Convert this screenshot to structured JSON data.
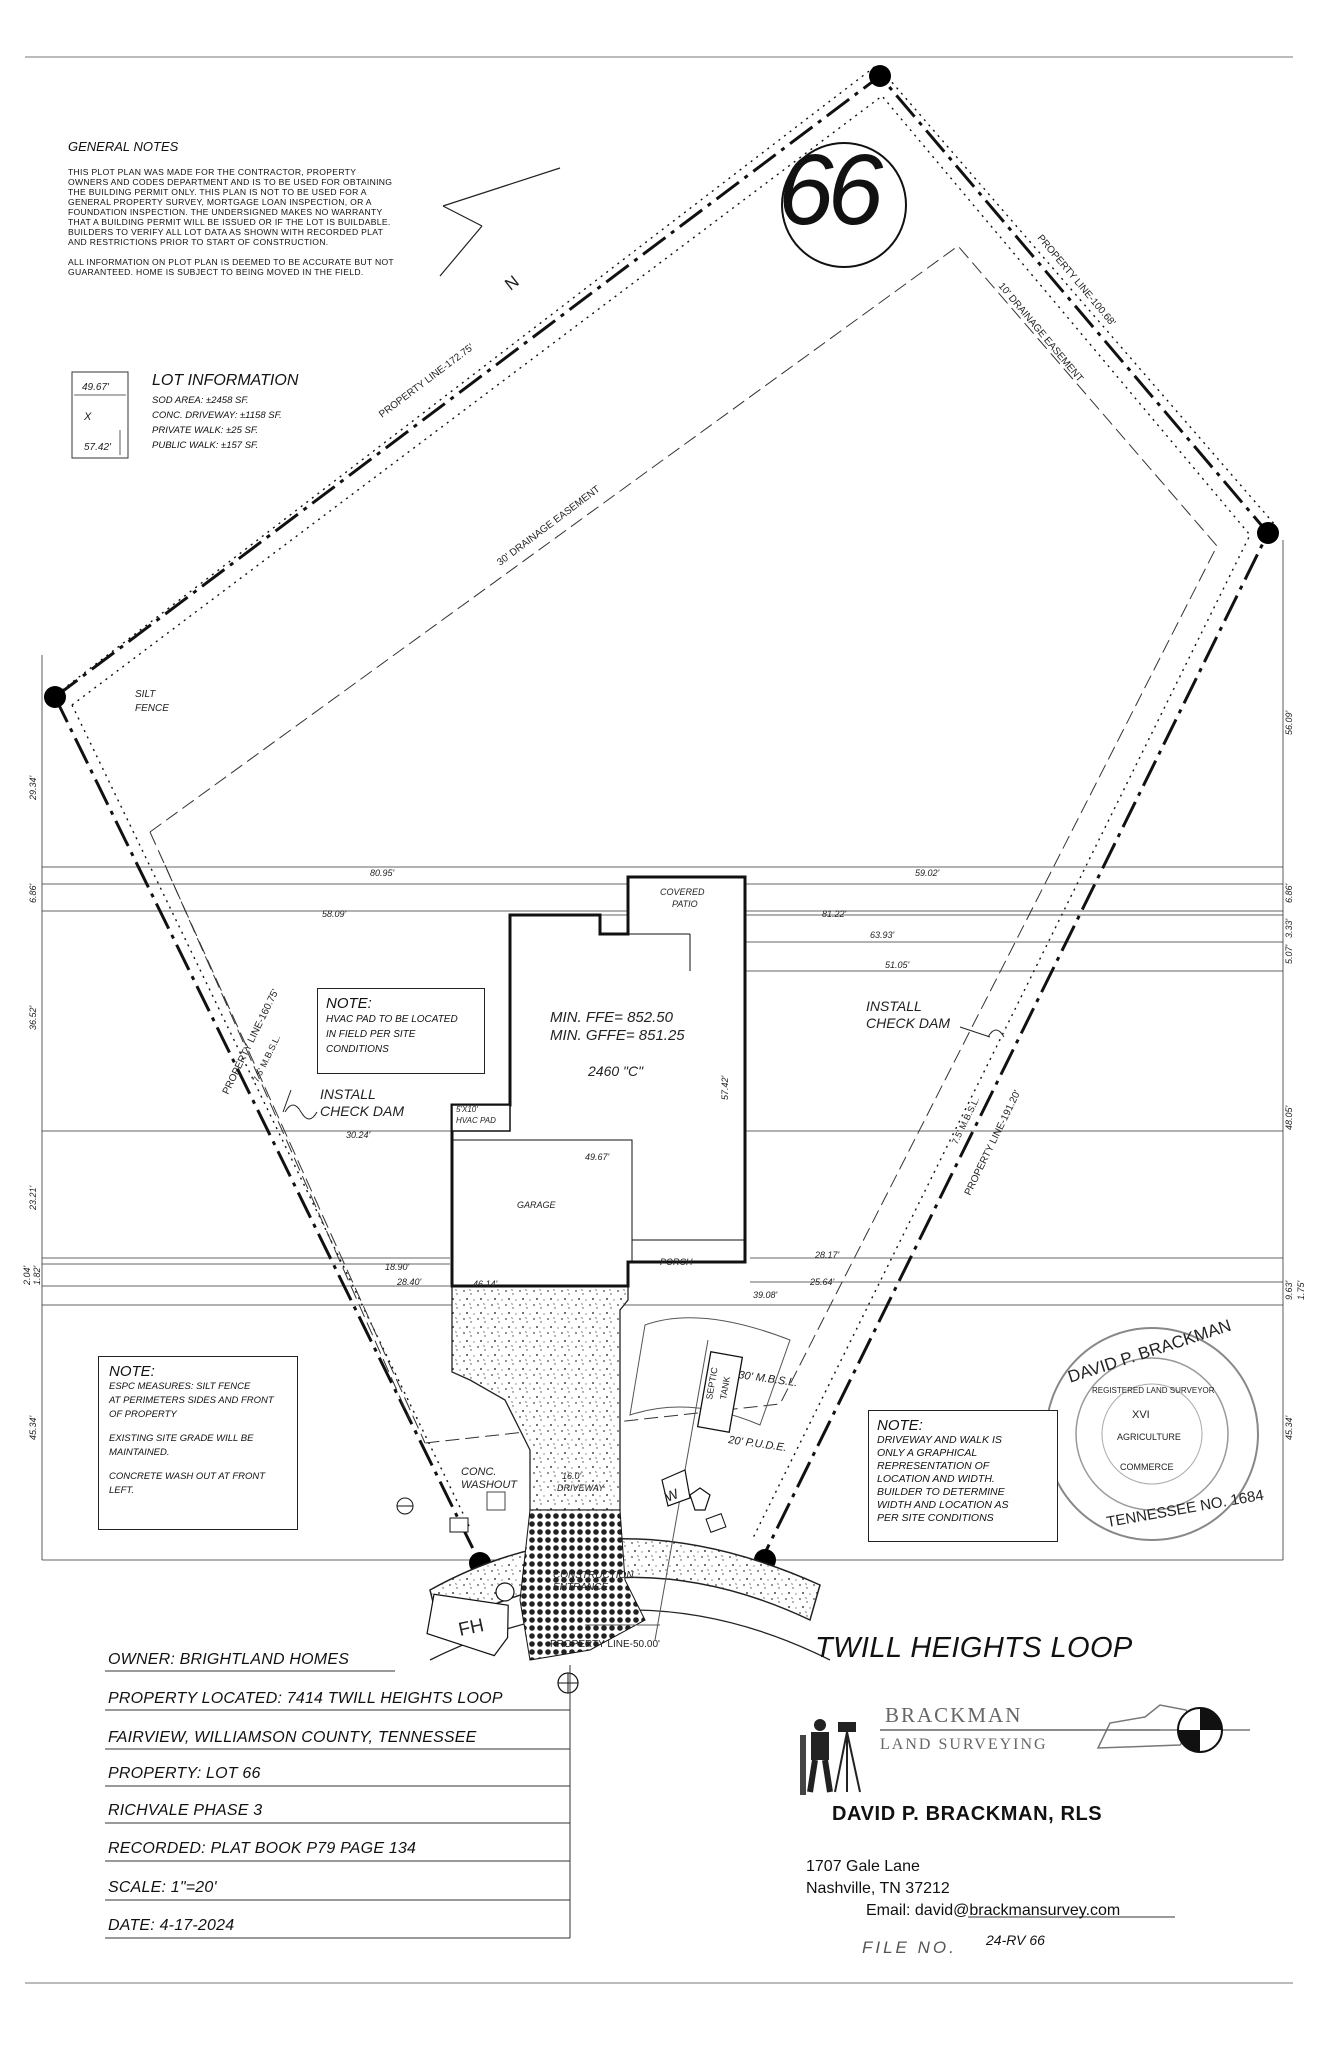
{
  "general_notes": {
    "title": "GENERAL NOTES",
    "paragraphs": [
      "THIS PLOT PLAN WAS MADE FOR THE CONTRACTOR, PROPERTY OWNERS AND CODES DEPARTMENT AND IS TO BE USED FOR OBTAINING THE BUILDING PERMIT ONLY. THIS PLAN IS NOT TO BE USED FOR A GENERAL PROPERTY SURVEY, MORTGAGE LOAN INSPECTION, OR A FOUNDATION INSPECTION. THE UNDERSIGNED MAKES NO WARRANTY THAT A BUILDING PERMIT WILL BE ISSUED OR IF THE LOT IS BUILDABLE. BUILDERS TO VERIFY ALL LOT DATA AS SHOWN WITH RECORDED PLAT AND RESTRICTIONS PRIOR TO START OF CONSTRUCTION.",
      "ALL INFORMATION ON PLOT PLAN IS DEEMED TO BE ACCURATE BUT NOT GUARANTEED. HOME IS SUBJECT TO BEING MOVED IN THE FIELD."
    ]
  },
  "lot_info": {
    "title": "LOT INFORMATION",
    "items": [
      "SOD AREA: ±2458 SF.",
      "CONC. DRIVEWAY: ±1158 SF.",
      "PRIVATE WALK: ±25 SF.",
      "PUBLIC WALK: ±157 SF."
    ],
    "house_dim_width": "49.67'",
    "house_dim_x": "X",
    "house_dim_depth": "57.42'"
  },
  "lot_number": "66",
  "north_label": "N",
  "plan_labels": {
    "property_line_nw": "PROPERTY LINE-172.75'",
    "property_line_ne": "PROPERTY LINE-100.68'",
    "property_line_sw": "PROPERTY LINE-160.75'",
    "property_line_se": "PROPERTY LINE-191.20'",
    "property_line_front": "PROPERTY LINE-50.00'",
    "easement_30": "30' DRAINAGE EASEMENT",
    "easement_10": "10' DRAINAGE EASEMENT",
    "silt_fence": [
      "SILT",
      "FENCE"
    ],
    "covered_patio": [
      "COVERED",
      "PATIO"
    ],
    "ffe": "MIN. FFE= 852.50",
    "gffe": "MIN. GFFE= 851.25",
    "plan_name": "2460 \"C\"",
    "garage": "GARAGE",
    "porch": "PORCH",
    "hvac_pad": [
      "5'X10'",
      "HVAC PAD"
    ],
    "check_dam_w": [
      "INSTALL",
      "CHECK DAM"
    ],
    "check_dam_e": [
      "INSTALL",
      "CHECK DAM"
    ],
    "conc_washout": [
      "CONC.",
      "WASHOUT"
    ],
    "driveway": [
      "16.0'",
      "DRIVEWAY"
    ],
    "construction_entrance": [
      "CONSTRUCTION",
      "ENTRANCE"
    ],
    "septic_tank": [
      "SEPTIC",
      "TANK"
    ],
    "mbsl_30": "30' M.B.S.L.",
    "pude_20": "20' P.U.D.E.",
    "mbsl_side_w": "7.5' M.B.S.L.",
    "mbsl_side_e": "7.5' M.B.S.L.",
    "fh": "FH",
    "w": "W"
  },
  "dimensions": {
    "d_80_95": "80.95'",
    "d_59_02": "59.02'",
    "d_58_09": "58.09'",
    "d_81_22": "81.22'",
    "d_63_93": "63.93'",
    "d_51_05": "51.05'",
    "d_30_24": "30.24'",
    "d_49_67": "49.67'",
    "d_57_42": "57.42'",
    "d_18_90": "18.90'",
    "d_28_40": "28.40'",
    "d_46_14": "46.14'",
    "d_28_17": "28.17'",
    "d_25_64": "25.64'",
    "d_39_08": "39.08'",
    "l_29_34": "29.34'",
    "l_6_86": "6.86'",
    "l_36_52": "36.52'",
    "l_23_21": "23.21'",
    "l_2_04": "2.04'",
    "l_1_82": "1.82'",
    "l_45_34": "45.34'",
    "r_56_09": "56.09'",
    "r_6_86": "6.86'",
    "r_3_33": "3.33'",
    "r_5_07": "5.07'",
    "r_48_05": "48.05'",
    "r_9_63": "9.63'",
    "r_1_75": "1.75'",
    "r_45_34": "45.34'"
  },
  "note_hvac": {
    "title": "NOTE:",
    "lines": [
      "HVAC PAD TO BE LOCATED",
      "IN FIELD PER SITE",
      "CONDITIONS"
    ]
  },
  "note_espc": {
    "title": "NOTE:",
    "lines": [
      "ESPC MEASURES: SILT FENCE",
      "AT PERIMETERS SIDES AND FRONT",
      "OF PROPERTY",
      "EXISTING SITE GRADE WILL BE",
      "MAINTAINED.",
      "CONCRETE WASH OUT AT FRONT",
      "LEFT."
    ]
  },
  "note_driveway": {
    "title": "NOTE:",
    "lines": [
      "DRIVEWAY AND WALK IS",
      "ONLY A GRAPHICAL",
      "REPRESENTATION OF",
      "LOCATION AND WIDTH.",
      "BUILDER TO DETERMINE",
      "WIDTH AND LOCATION AS",
      "PER SITE CONDITIONS"
    ]
  },
  "seal": {
    "top": "DAVID P. BRACKMAN",
    "inner": "REGISTERED LAND SURVEYOR",
    "ag": "AGRICULTURE",
    "com": "COMMERCE",
    "num": "XVI",
    "bottom": "TENNESSEE NO. 1684"
  },
  "road_name": "TWILL HEIGHTS LOOP",
  "info_block": [
    "OWNER:  BRIGHTLAND HOMES",
    "PROPERTY LOCATED:   7414 TWILL HEIGHTS LOOP",
    "FAIRVIEW, WILLIAMSON COUNTY, TENNESSEE",
    "PROPERTY:   LOT 66",
    "RICHVALE PHASE 3",
    "RECORDED:   PLAT BOOK P79 PAGE 134",
    "SCALE: 1\"=20'",
    "DATE:  4-17-2024"
  ],
  "logo": {
    "line1": "BRACKMAN",
    "line2": "LAND SURVEYING"
  },
  "surveyor_name": "DAVID P. BRACKMAN, RLS",
  "address": {
    "street": "1707 Gale Lane",
    "city": "Nashville, TN  37212",
    "email": "Email: david@brackmansurvey.com"
  },
  "file": {
    "label": "FILE NO.",
    "number": "24-RV 66"
  }
}
